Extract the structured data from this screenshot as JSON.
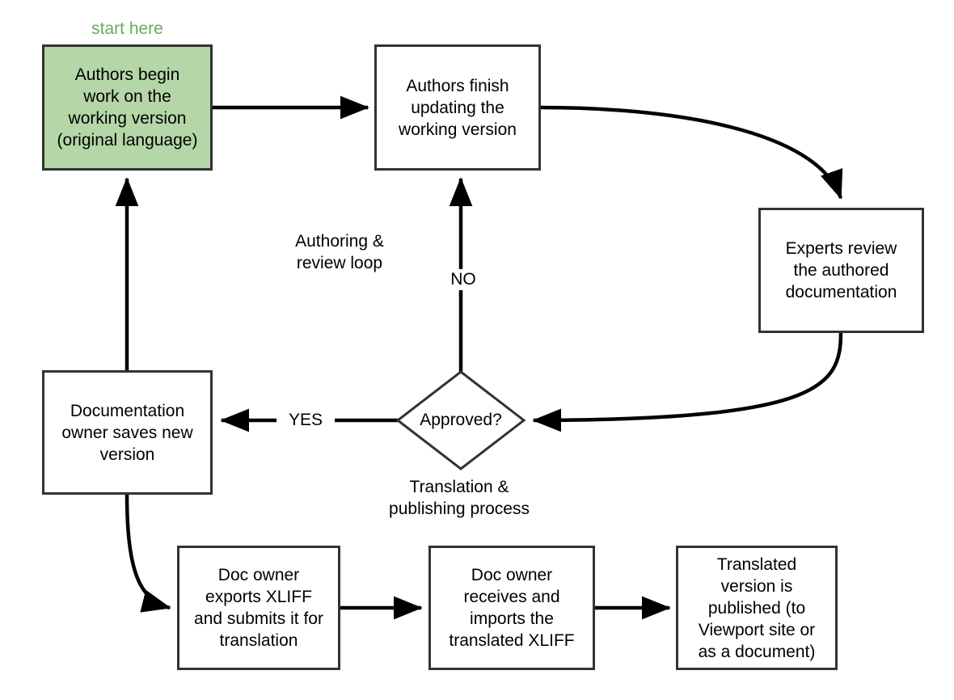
{
  "diagram": {
    "title_visible": false,
    "colors": {
      "node_stroke": "#333333",
      "node_fill": "#ffffff",
      "start_node_fill": "#b5d6a7",
      "start_label_color": "#67ab5b",
      "arrow_color": "#000000",
      "text_color": "#000000"
    },
    "nodes": {
      "authors_begin": "Authors begin\nwork on the\nworking version\n(original language)",
      "authors_finish": "Authors finish\nupdating the\nworking version",
      "experts_review": "Experts review\nthe authored\ndocumentation",
      "approved": "Approved?",
      "doc_owner_saves": "Documentation\nowner saves new\nversion",
      "exports_xliff": "Doc owner\nexports XLIFF\nand submits it  for\ntranslation",
      "imports_xliff": "Doc owner\nreceives and\nimports the\ntranslated XLIFF",
      "published": "Translated\nversion is\npublished (to\nViewport site or\nas a document)"
    },
    "annotations": {
      "start_here": "start here",
      "authoring_loop": "Authoring &\nreview loop",
      "translation_process": "Translation &\npublishing process"
    },
    "edge_labels": {
      "no": "NO",
      "yes": "YES"
    }
  }
}
